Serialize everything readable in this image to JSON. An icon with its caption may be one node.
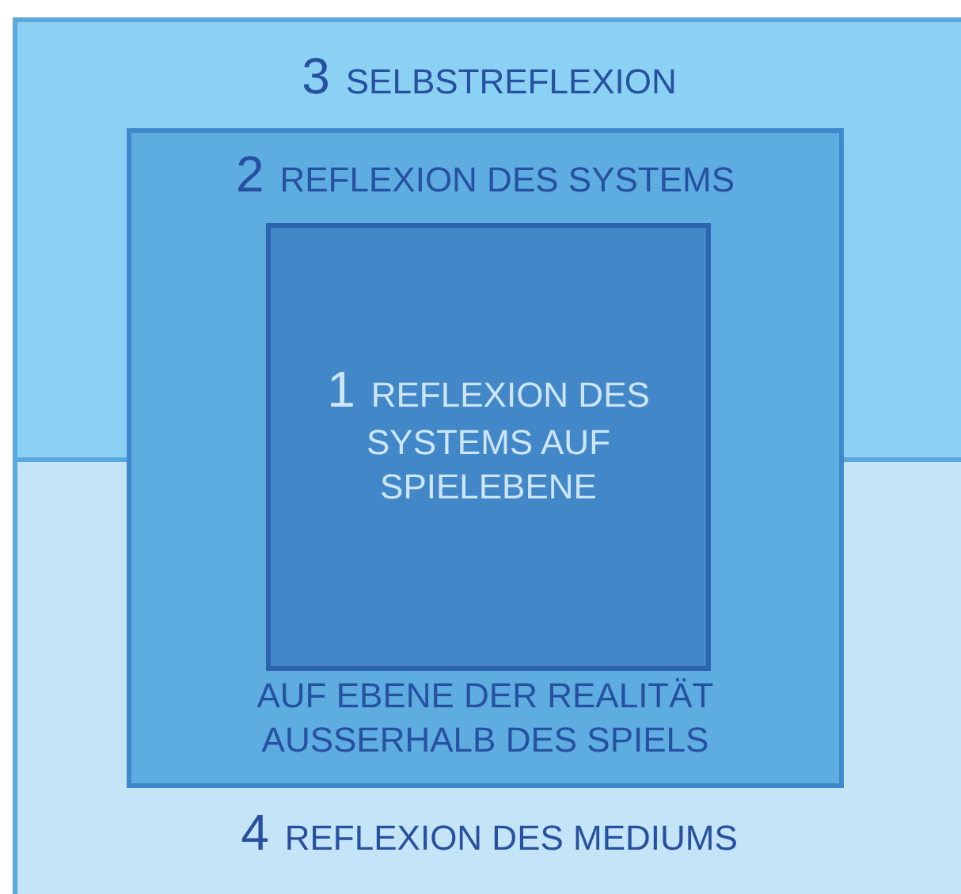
{
  "diagram": {
    "nodes": [
      {
        "text": [
          "3",
          "SELBSTREFLEXION"
        ]
      },
      {
        "text": [
          "4",
          "REFLEXION DES MEDIUMS"
        ]
      },
      {
        "text": [
          "2",
          "REFLEXION DES SYSTEMS",
          "AUF EBENE DER REALITÄT AUSSERHALB DES SPIELS"
        ]
      },
      {
        "text": [
          "1",
          "REFLEXION DES SYSTEMS AUF SPIELEBENE"
        ],
        "in": 2
      }
    ]
  }
}
